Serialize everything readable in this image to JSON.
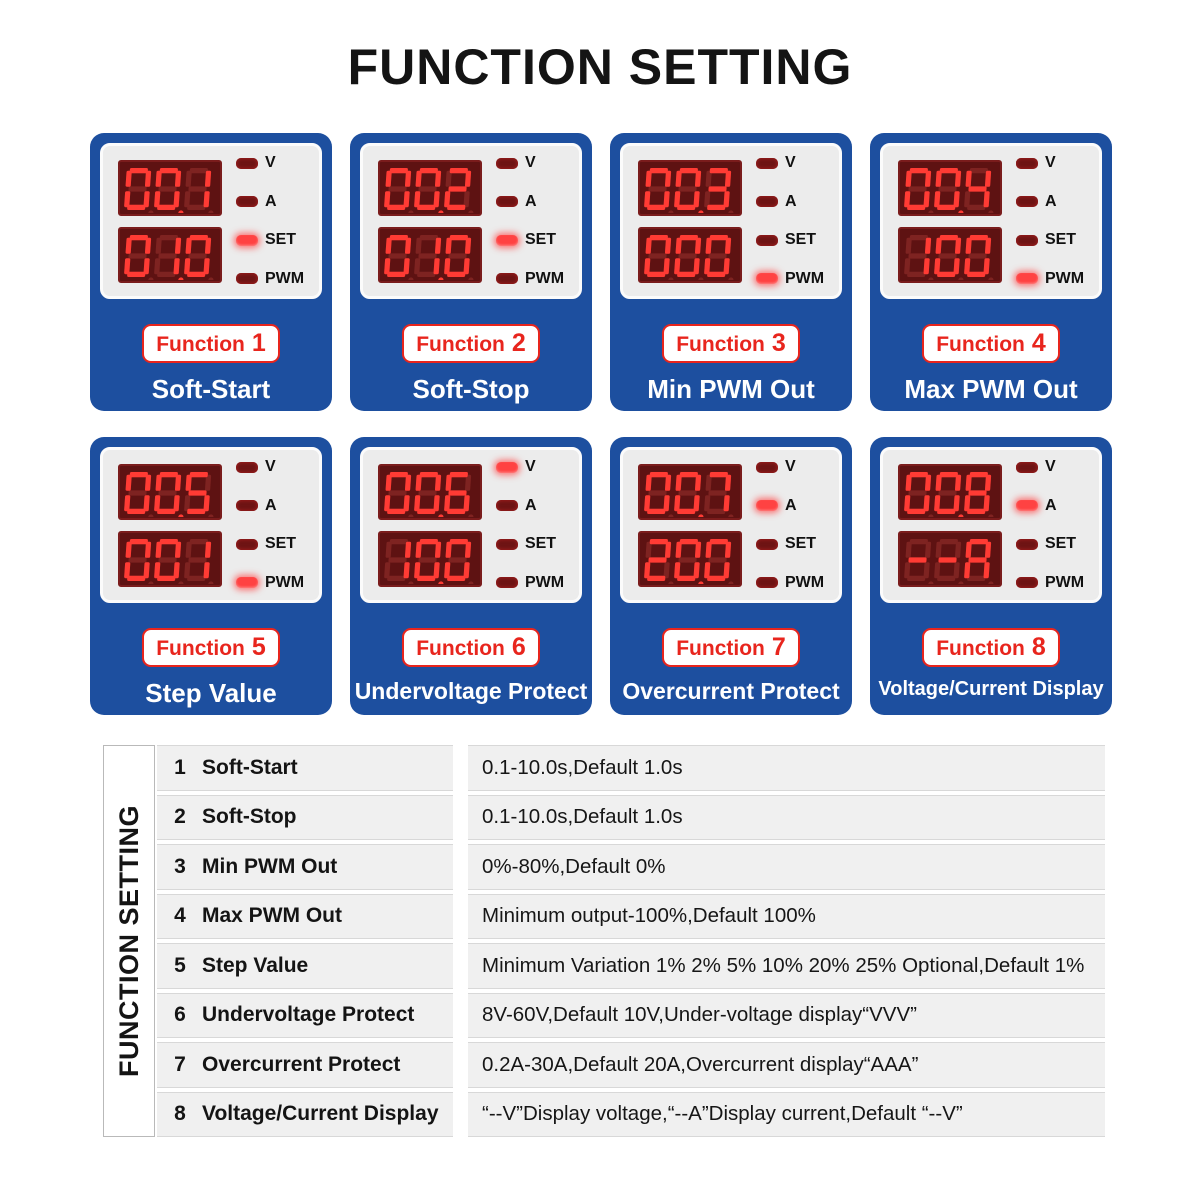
{
  "title": "FUNCTION SETTING",
  "colors": {
    "card_blue": "#1d4f9f",
    "panel_gray": "#ececec",
    "display_bg": "#5e1212",
    "display_border": "#7a1c1c",
    "segment_lit": "#ff3b34",
    "segment_ghost": "#7e2321",
    "led_dim": "#6e1414",
    "led_lit": "#ff4242",
    "badge_red": "#e8251d",
    "table_row_bg": "#f0f0f0",
    "table_line": "#d8d8d8"
  },
  "badge_word": "Function",
  "led_labels": [
    "V",
    "A",
    "SET",
    "PWM"
  ],
  "cards": [
    {
      "number": "1",
      "name": "Soft-Start",
      "display_top": "00.1",
      "display_bottom": "01.0",
      "active_led": "SET"
    },
    {
      "number": "2",
      "name": "Soft-Stop",
      "display_top": "00.2",
      "display_bottom": "01.0",
      "active_led": "SET"
    },
    {
      "number": "3",
      "name": "Min PWM Out",
      "display_top": "00.3",
      "display_bottom": "000",
      "active_led": "PWM"
    },
    {
      "number": "4",
      "name": "Max PWM Out",
      "display_top": "00.4",
      "display_bottom": "100",
      "active_led": "PWM"
    },
    {
      "number": "5",
      "name": "Step Value",
      "display_top": "00.5",
      "display_bottom": "001",
      "active_led": "PWM"
    },
    {
      "number": "6",
      "name": "Undervoltage Protect",
      "display_top": "00.6",
      "display_bottom": "10.0",
      "active_led": "V"
    },
    {
      "number": "7",
      "name": "Overcurrent Protect",
      "display_top": "00.7",
      "display_bottom": "20.0",
      "active_led": "A"
    },
    {
      "number": "8",
      "name": "Voltage/Current Display",
      "display_top": "00.8",
      "display_bottom": "--A",
      "active_led": "A"
    }
  ],
  "table": {
    "side_label": "FUNCTION SETTING",
    "rows": [
      {
        "num": "1",
        "name": "Soft-Start",
        "desc": "0.1-10.0s,Default 1.0s"
      },
      {
        "num": "2",
        "name": "Soft-Stop",
        "desc": "0.1-10.0s,Default 1.0s"
      },
      {
        "num": "3",
        "name": "Min PWM Out",
        "desc": "0%-80%,Default 0%"
      },
      {
        "num": "4",
        "name": "Max PWM Out",
        "desc": "Minimum output-100%,Default 100%"
      },
      {
        "num": "5",
        "name": "Step Value",
        "desc": "Minimum Variation 1% 2% 5% 10% 20% 25% Optional,Default 1%"
      },
      {
        "num": "6",
        "name": "Undervoltage Protect",
        "desc": "8V-60V,Default 10V,Under-voltage display“VVV”"
      },
      {
        "num": "7",
        "name": "Overcurrent Protect",
        "desc": "0.2A-30A,Default 20A,Overcurrent display“AAA”"
      },
      {
        "num": "8",
        "name": "Voltage/Current Display",
        "desc": "“--V”Display voltage,“--A”Display current,Default “--V”"
      }
    ]
  }
}
